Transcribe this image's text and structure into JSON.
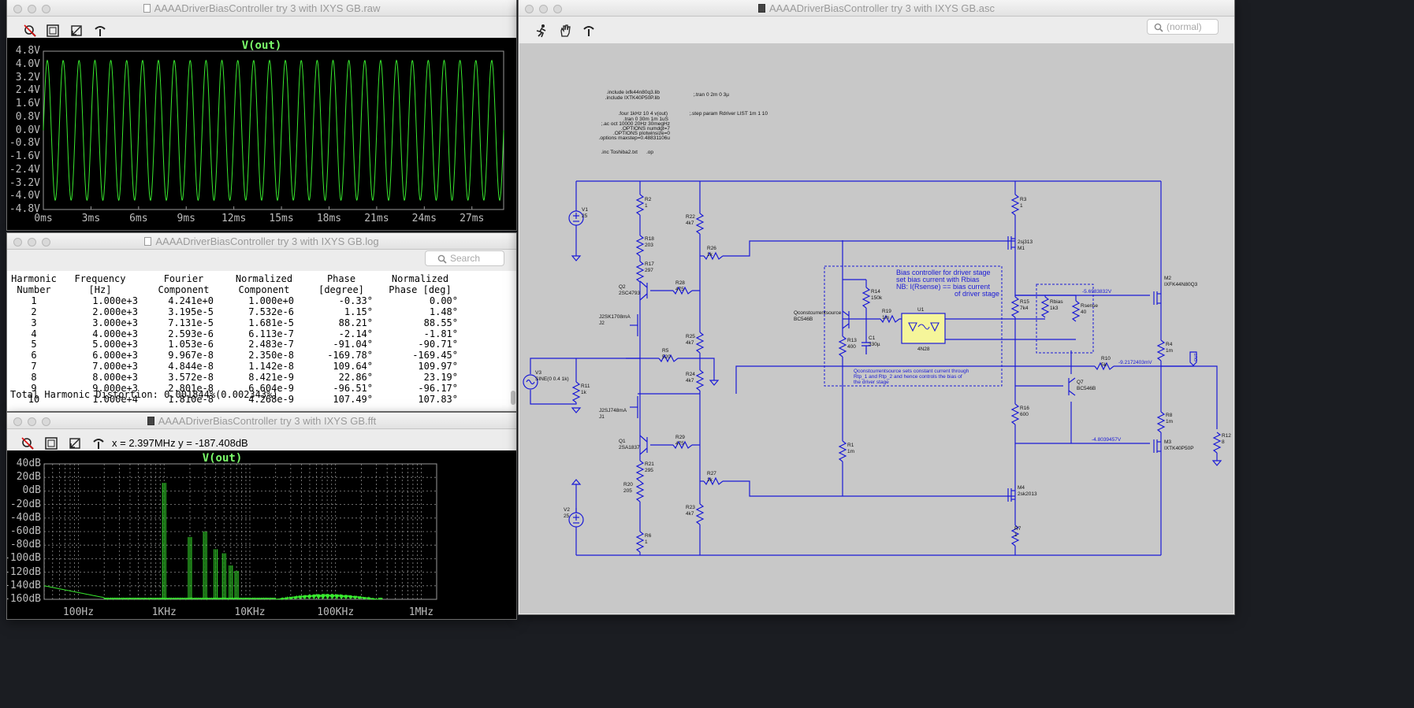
{
  "raw_window": {
    "title": "AAAADriverBiasController try 3 with IXYS GB.raw",
    "toolbar": [
      "zoom-off-icon",
      "zoom-full-icon",
      "zoom-back-icon",
      "probe-icon"
    ],
    "plot_title": "V(out)"
  },
  "log_window": {
    "title": "AAAADriverBiasController try 3 with IXYS GB.log",
    "search_placeholder": "Search",
    "headers": [
      [
        "Harmonic",
        "Number"
      ],
      [
        "Frequency",
        "[Hz]"
      ],
      [
        "Fourier",
        "Component"
      ],
      [
        "Normalized",
        "Component"
      ],
      [
        "Phase",
        "[degree]"
      ],
      [
        "Normalized",
        "Phase [deg]"
      ]
    ],
    "rows": [
      [
        "1",
        "1.000e+3",
        "4.241e+0",
        "1.000e+0",
        "-0.33°",
        "0.00°"
      ],
      [
        "2",
        "2.000e+3",
        "3.195e-5",
        "7.532e-6",
        "1.15°",
        "1.48°"
      ],
      [
        "3",
        "3.000e+3",
        "7.131e-5",
        "1.681e-5",
        "88.21°",
        "88.55°"
      ],
      [
        "4",
        "4.000e+3",
        "2.593e-6",
        "6.113e-7",
        "-2.14°",
        "-1.81°"
      ],
      [
        "5",
        "5.000e+3",
        "1.053e-6",
        "2.483e-7",
        "-91.04°",
        "-90.71°"
      ],
      [
        "6",
        "6.000e+3",
        "9.967e-8",
        "2.350e-8",
        "-169.78°",
        "-169.45°"
      ],
      [
        "7",
        "7.000e+3",
        "4.844e-8",
        "1.142e-8",
        "109.64°",
        "109.97°"
      ],
      [
        "8",
        "8.000e+3",
        "3.572e-8",
        "8.421e-9",
        "22.86°",
        "23.19°"
      ],
      [
        "9",
        "9.000e+3",
        "2.801e-8",
        "6.604e-9",
        "-96.51°",
        "-96.17°"
      ],
      [
        "10",
        "1.000e+4",
        "1.810e-8",
        "4.268e-9",
        "107.49°",
        "107.83°"
      ]
    ],
    "thd": "Total Harmonic Distortion: 0.001844%(0.002343%)"
  },
  "fft_window": {
    "title": "AAAADriverBiasController try 3 with IXYS GB.fft",
    "coords": "x = 2.397MHz    y = -187.408dB",
    "plot_title": "V(out)"
  },
  "asc_window": {
    "title": "AAAADriverBiasController try 3 with IXYS GB.asc",
    "search_placeholder": "(normal)",
    "directives": [
      ".include ixfk44n80q3.lib",
      ".include IXTK40P50P.lib",
      ";.tran 0 2m 0 3µ",
      ".four 1kHz 10 4 v(out)",
      ".tran 0 30m 1m 1uS",
      ";.step param Rdriver LIST 1m 1 10",
      ";.ac oct 10000 20Hz 30megHz",
      ".OPTIONS numdgt=7",
      ".OPTIONS plotwinsize=0",
      ".options maxstep=0.48831106u",
      ".inc Toshiba2.txt",
      ".op"
    ],
    "bias_note": [
      "Bias controller for driver stage",
      "set bias current with Rbias",
      "NB: I(Rsense) == bias current",
      "of driver stage"
    ],
    "cs_note": [
      "Qconstcurrentsource sets constant current  through",
      "Rtp_1 and Rtp_2 and hence controls the bias of",
      "the driver stage"
    ],
    "components": {
      "V1": [
        "V1",
        "25"
      ],
      "V2": [
        "V2",
        "25"
      ],
      "V3": [
        "V3",
        "SINE(0 0.4 1k)"
      ],
      "R2": [
        "R2",
        "1"
      ],
      "R18": [
        "R18",
        "203"
      ],
      "R17": [
        "R17",
        "297"
      ],
      "R22": [
        "R22",
        "4k7"
      ],
      "R26": [
        "R26",
        "1k"
      ],
      "R28": [
        "R28",
        "475"
      ],
      "R25": [
        "R25",
        "4k7"
      ],
      "R5": [
        "R5",
        "520"
      ],
      "R24": [
        "R24",
        "4k7"
      ],
      "R11": [
        "R11",
        "1k"
      ],
      "R29": [
        "R29",
        "475"
      ],
      "R21": [
        "R21",
        "295"
      ],
      "R20": [
        "R20",
        "205"
      ],
      "R6": [
        "R6",
        "1"
      ],
      "R27": [
        "R27",
        "1k"
      ],
      "R23": [
        "R23",
        "4k7"
      ],
      "R3": [
        "R3",
        "1"
      ],
      "R15": [
        "R15",
        "7k4"
      ],
      "Rbias": [
        "Rbias",
        "1k3"
      ],
      "Rsense": [
        "Rsense",
        "40"
      ],
      "R14": [
        "R14",
        "150k"
      ],
      "R19": [
        "R19",
        "1m"
      ],
      "R13": [
        "R13",
        "400"
      ],
      "C1": [
        "C1",
        "330µ"
      ],
      "R1": [
        "R1",
        "1m"
      ],
      "R16": [
        "R16",
        "600"
      ],
      "R7": [
        "R7",
        "1"
      ],
      "R10": [
        "R10",
        "5k"
      ],
      "R4": [
        "R4",
        "1m"
      ],
      "R8": [
        "R8",
        "1m"
      ],
      "R12": [
        "R12",
        "8"
      ],
      "Q2": [
        "Q2",
        "2SC4793"
      ],
      "Q1": [
        "Q1",
        "2SA1837"
      ],
      "J2": [
        "J2SK1708mA",
        "J2"
      ],
      "J1": [
        "J2SJ748mA",
        "J1"
      ],
      "Qcs": [
        "Qconstcurrentsource",
        "BC546B"
      ],
      "Q7": [
        "Q7",
        "BC546B"
      ],
      "U1": [
        "U1",
        "4N28"
      ],
      "M1": [
        "2sj313",
        "M1"
      ],
      "M4": [
        "M4",
        "2sk2013"
      ],
      "M2": [
        "M2",
        "IXFK44N80Q3"
      ],
      "M3": [
        "M3",
        "IXTK40P50P"
      ],
      "OUT": "OUT"
    },
    "voltages": [
      "-5.6983832V",
      "-9.2172403mV",
      "-4.8039457V"
    ]
  }
}
